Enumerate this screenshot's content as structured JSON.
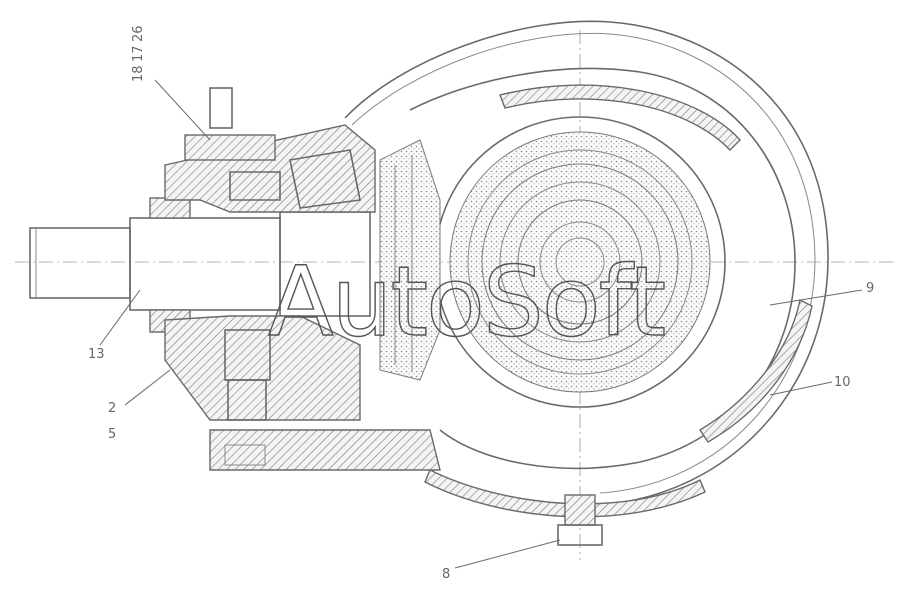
{
  "watermark": "AutoSoft",
  "callouts": {
    "c13": "13",
    "c2": "2",
    "c5": "5",
    "c8": "8",
    "c9": "9",
    "c10": "10",
    "c_top_a": "26",
    "c_top_b": "17",
    "c_top_c": "18"
  }
}
